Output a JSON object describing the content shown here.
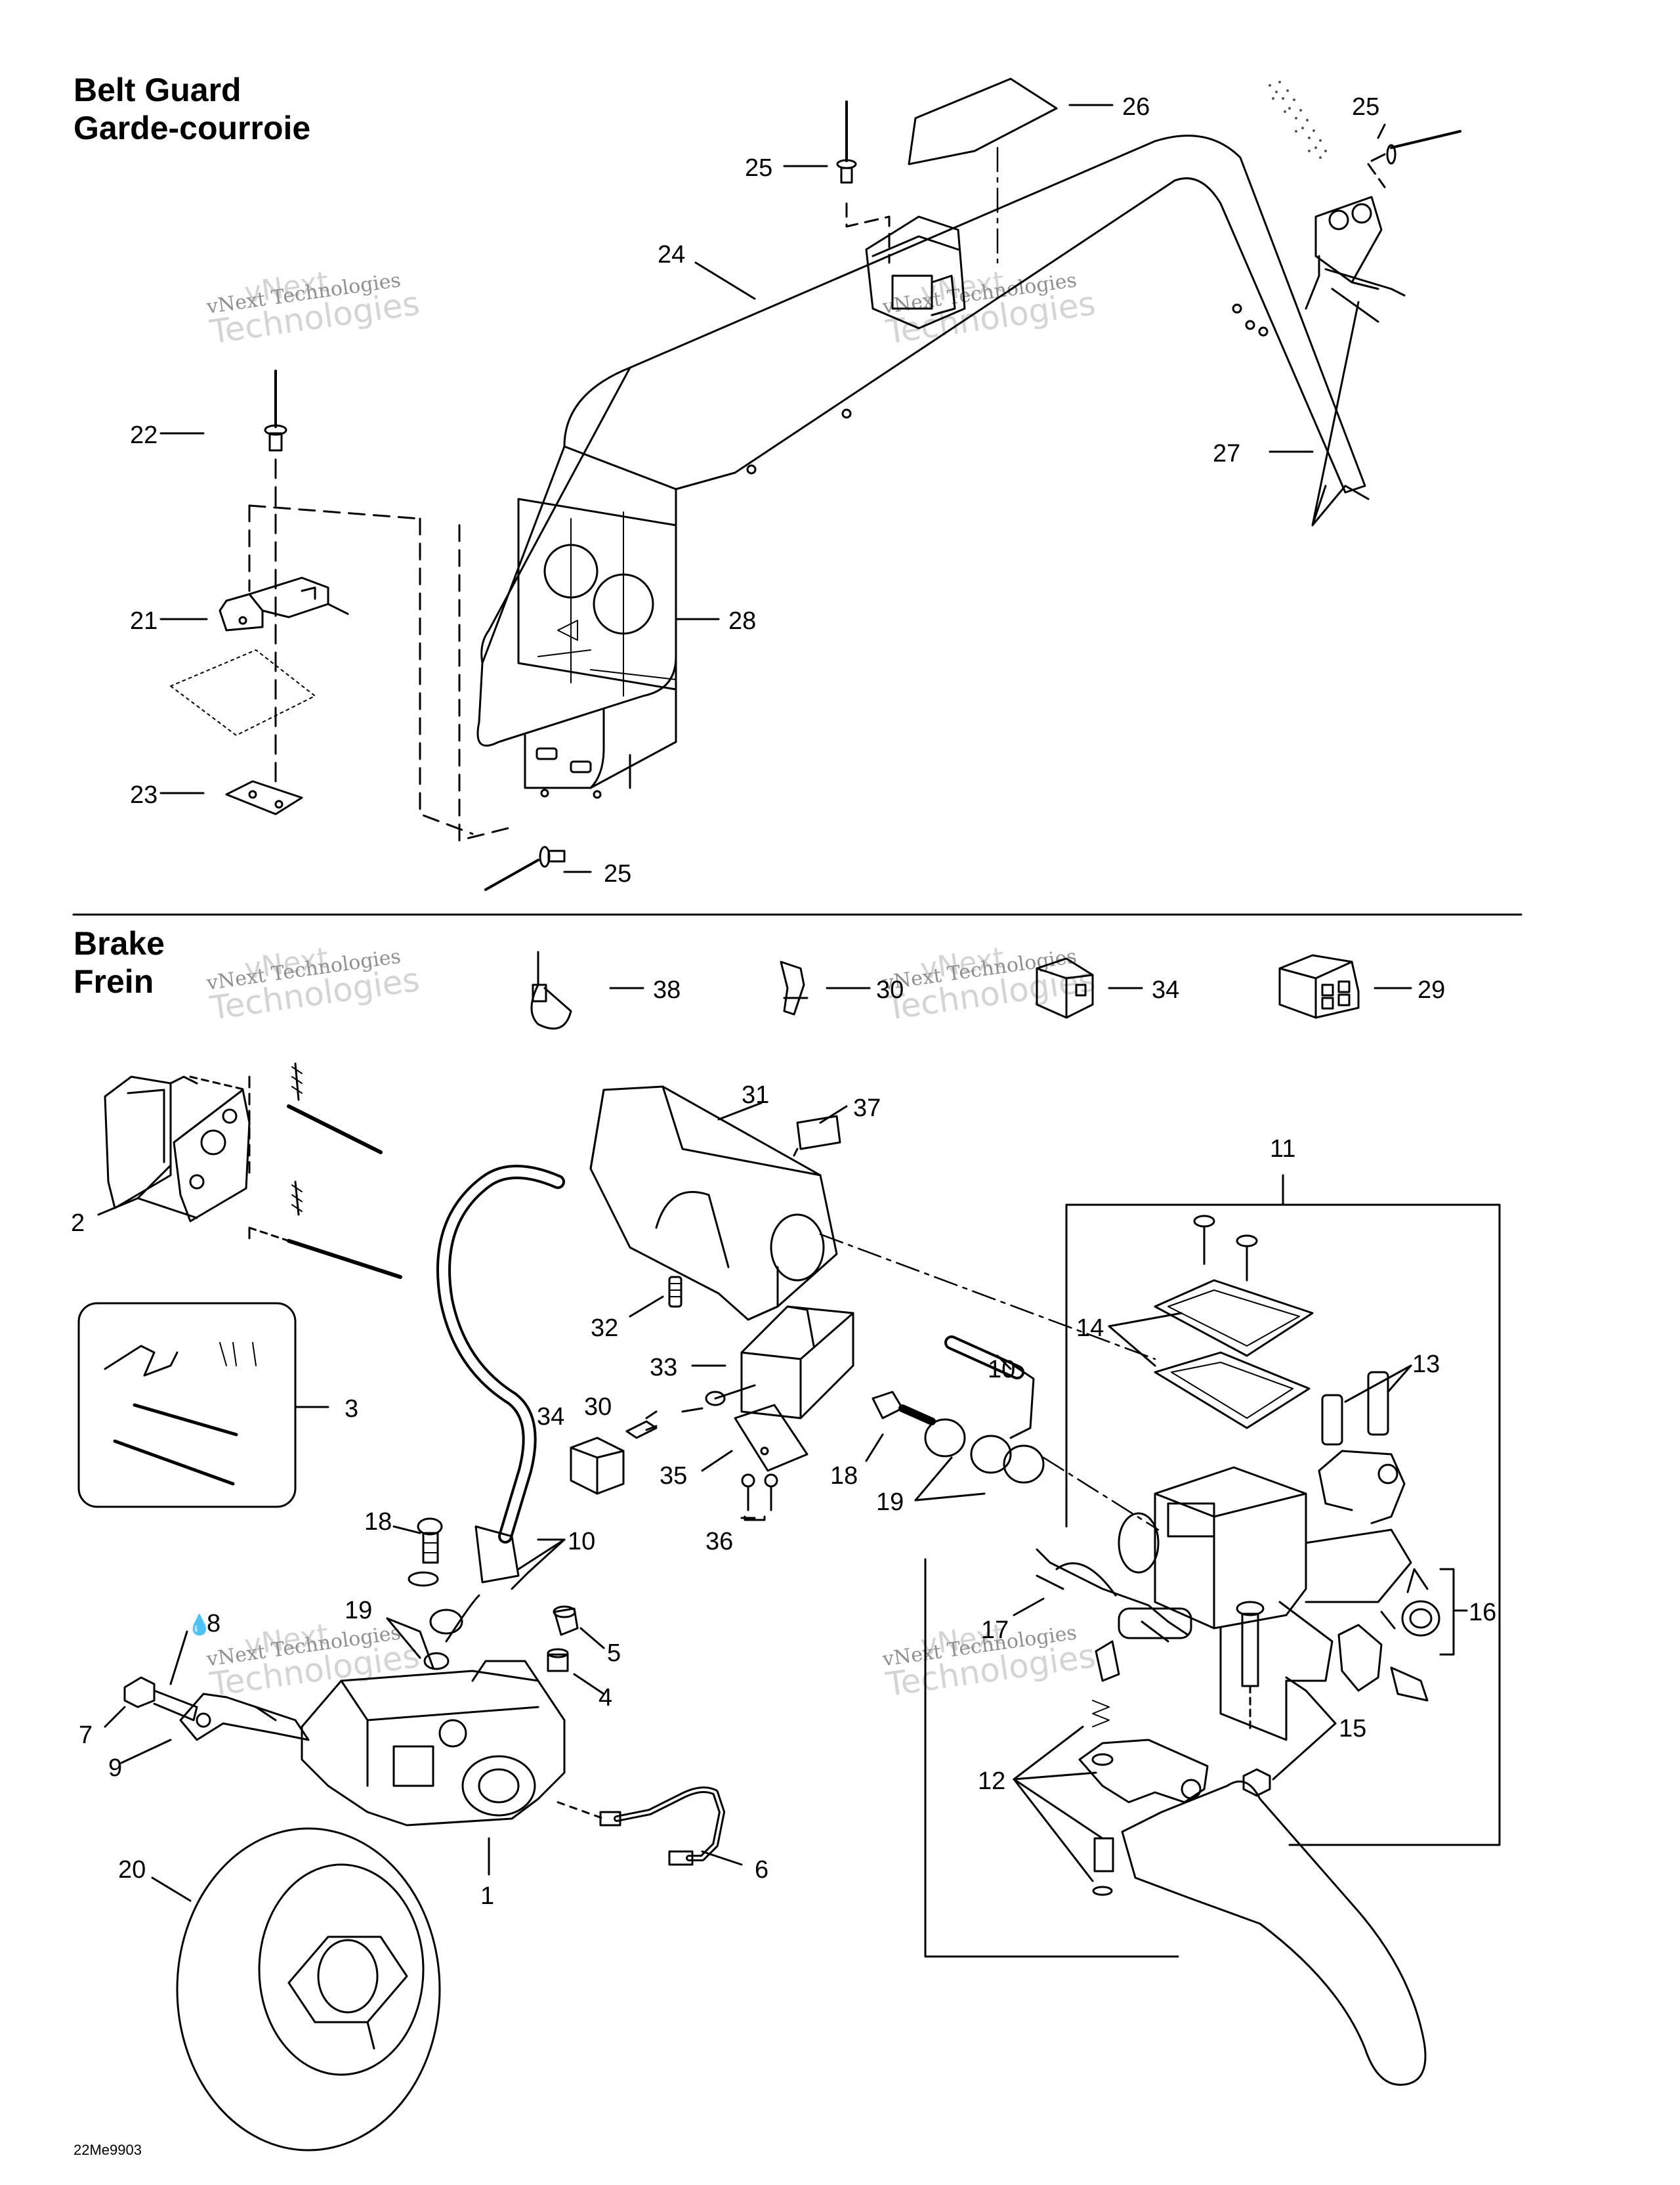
{
  "sections": {
    "belt_guard": {
      "title_en": "Belt Guard",
      "title_fr": "Garde-courroie"
    },
    "brake": {
      "title_en": "Brake",
      "title_fr": "Frein"
    }
  },
  "watermark": {
    "line1": "vNext",
    "line2": "vNext Technologies",
    "line3": "Technologies"
  },
  "drawing_code": "22Me9903",
  "drop_symbol": "💧",
  "callouts": [
    {
      "id": "c24",
      "label": "24"
    },
    {
      "id": "c25a",
      "label": "25"
    },
    {
      "id": "c26",
      "label": "26"
    },
    {
      "id": "c25b",
      "label": "25"
    },
    {
      "id": "c22",
      "label": "22"
    },
    {
      "id": "c21",
      "label": "21"
    },
    {
      "id": "c23",
      "label": "23"
    },
    {
      "id": "c27",
      "label": "27"
    },
    {
      "id": "c28",
      "label": "28"
    },
    {
      "id": "c25c",
      "label": "25"
    },
    {
      "id": "c38",
      "label": "38"
    },
    {
      "id": "c30a",
      "label": "30"
    },
    {
      "id": "c34a",
      "label": "34"
    },
    {
      "id": "c29",
      "label": "29"
    },
    {
      "id": "c31",
      "label": "31"
    },
    {
      "id": "c37",
      "label": "37"
    },
    {
      "id": "c11",
      "label": "11"
    },
    {
      "id": "c2",
      "label": "2"
    },
    {
      "id": "c3",
      "label": "3"
    },
    {
      "id": "c32",
      "label": "32"
    },
    {
      "id": "c33",
      "label": "33"
    },
    {
      "id": "c34b",
      "label": "34"
    },
    {
      "id": "c30b",
      "label": "30"
    },
    {
      "id": "c35",
      "label": "35"
    },
    {
      "id": "c36",
      "label": "36"
    },
    {
      "id": "c10a",
      "label": "10"
    },
    {
      "id": "c18a",
      "label": "18"
    },
    {
      "id": "c19a",
      "label": "19"
    },
    {
      "id": "c14",
      "label": "14"
    },
    {
      "id": "c13",
      "label": "13"
    },
    {
      "id": "c16",
      "label": "16"
    },
    {
      "id": "c17",
      "label": "17"
    },
    {
      "id": "c15",
      "label": "15"
    },
    {
      "id": "c12",
      "label": "12"
    },
    {
      "id": "c18b",
      "label": "18"
    },
    {
      "id": "c10b",
      "label": "10"
    },
    {
      "id": "c19b",
      "label": "19"
    },
    {
      "id": "c8",
      "label": "8"
    },
    {
      "id": "c5",
      "label": "5"
    },
    {
      "id": "c4",
      "label": "4"
    },
    {
      "id": "c7",
      "label": "7"
    },
    {
      "id": "c9",
      "label": "9"
    },
    {
      "id": "c6",
      "label": "6"
    },
    {
      "id": "c1",
      "label": "1"
    },
    {
      "id": "c20",
      "label": "20"
    }
  ]
}
